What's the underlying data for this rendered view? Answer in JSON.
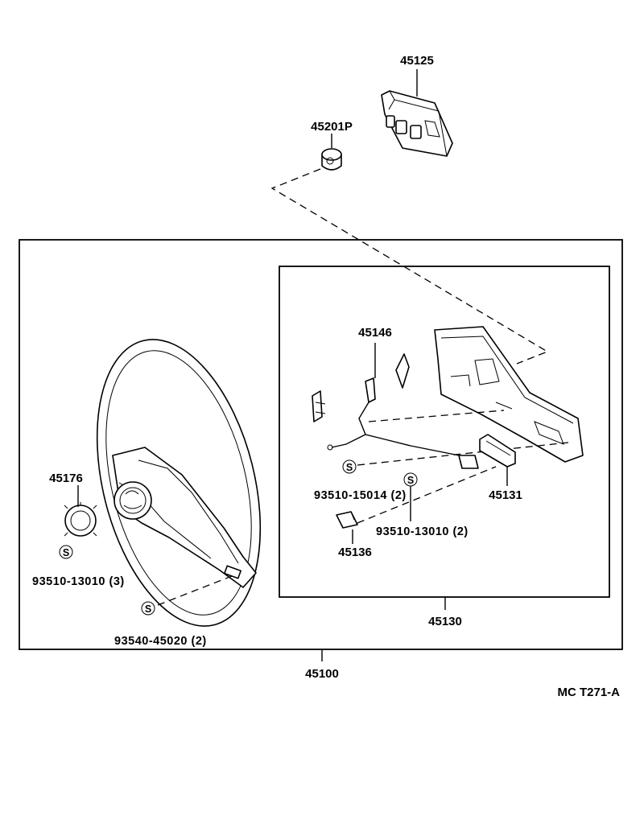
{
  "diagram": {
    "part_labels": {
      "p45125": "45125",
      "p45201P": "45201P",
      "p45146": "45146",
      "p45176": "45176",
      "p45131": "45131",
      "p45136": "45136",
      "p45130": "45130",
      "p45100": "45100"
    },
    "fasteners": {
      "f_93510_15014": "93510-15014 (2)",
      "f_93510_13010_inner": "93510-13010 (2)",
      "f_93510_13010_outer": "93510-13010 (3)",
      "f_93540_45020": "93540-45020 (2)"
    },
    "std_symbol": "S",
    "diagram_code": "MC  T271-A"
  }
}
